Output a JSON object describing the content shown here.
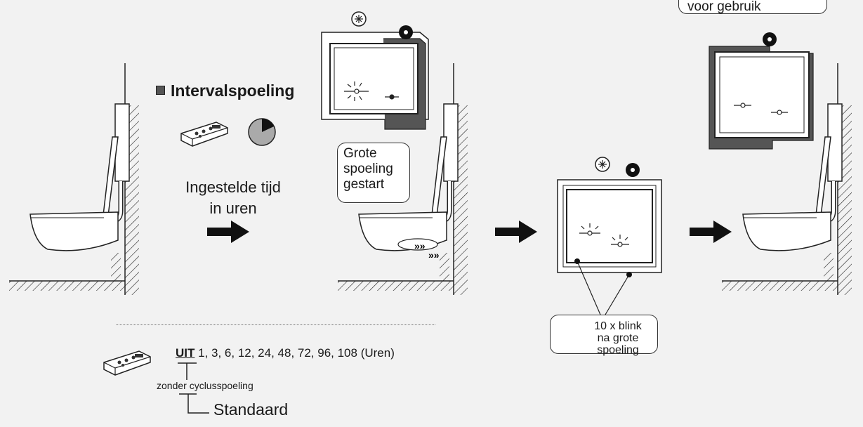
{
  "title": "Intervalspoeling",
  "time_caption": [
    "Ingestelde tijd",
    "in uren"
  ],
  "bubble_flush": [
    "Grote",
    "spoeling",
    "gestart"
  ],
  "bubble_ready": [
    "",
    "voor gebruik"
  ],
  "bubble_blink": [
    "10 x blink",
    "na grote",
    "spoeling"
  ],
  "values": {
    "off_label": "UIT",
    "list": "1, 3, 6, 12, 24, 48, 72, 96, 108 (Uren)"
  },
  "note_off": "zonder cyclusspoeling",
  "note_default": "Standaard",
  "icons": [
    "square-bullet-icon",
    "remote-control-icon",
    "clock-pie-icon",
    "arrow-right-icon",
    "blink-icon",
    "dot-icon",
    "toilet-icon",
    "flush-plate-icon"
  ],
  "colors": {
    "background": "#f2f2f2",
    "line": "#1a1a1a",
    "frame_dark": "#555555"
  }
}
